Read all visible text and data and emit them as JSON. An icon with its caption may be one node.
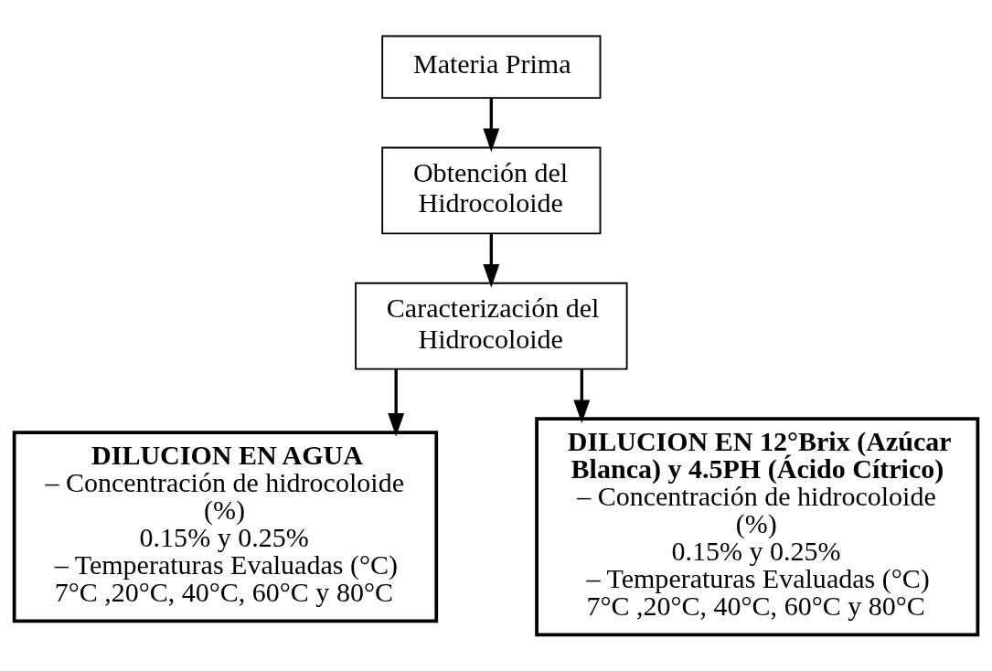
{
  "diagram": {
    "nodes": [
      {
        "text": [
          "Materia Prima"
        ]
      },
      {
        "text": [
          "Obtención del Hidrocoloide"
        ]
      },
      {
        "text": [
          "Caracterización del Hidrocoloide"
        ]
      },
      {
        "text": [
          "DILUCION EN AGUA",
          "– Concentración de hidrocoloide (%)",
          "0.15% y 0.25%",
          "– Temperaturas Evaluadas (°C)",
          "7°C ,20°C, 40°C, 60°C y 80°C"
        ]
      },
      {
        "text": [
          "DILUCION EN 12°Brix (Azúcar Blanca) y 4.5PH (Ácido Cítrico)",
          "– Concentración de hidrocoloide (%)",
          "0.15% y 0.25%",
          "– Temperaturas Evaluadas (°C)",
          "7°C ,20°C, 40°C, 60°C y 80°C"
        ]
      }
    ],
    "edges": [
      {
        "from": 0,
        "to": 1,
        "arrow": "to"
      },
      {
        "from": 1,
        "to": 2,
        "arrow": "to"
      },
      {
        "from": 2,
        "to": 3,
        "arrow": "to"
      },
      {
        "from": 2,
        "to": 4,
        "arrow": "to"
      }
    ]
  }
}
